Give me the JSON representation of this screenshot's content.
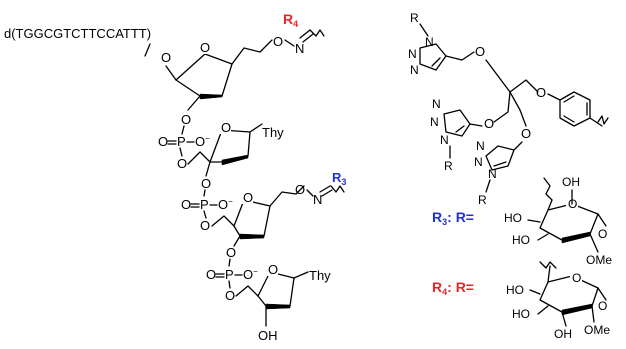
{
  "oligo": {
    "sequence": "d(TGGCGTCTTCCATTT)"
  },
  "atoms": {
    "O": "O",
    "P": "P",
    "O_minus_base": "O",
    "minus": "−",
    "thy": "Thy",
    "oh": "OH",
    "n": "N",
    "ho": "HO",
    "oh_upper": "OH",
    "ome": "OMe",
    "r": "R"
  },
  "substituents": {
    "r4": {
      "letter": "R",
      "sub": "4",
      "color": "#e8262a"
    },
    "r3": {
      "letter": "R",
      "sub": "3",
      "color": "#2233cc"
    }
  },
  "legend": {
    "r3_label": {
      "letter": "R",
      "sub": "3",
      "suffix": ": R=",
      "color": "#2233cc"
    },
    "r4_label": {
      "letter": "R",
      "sub": "4",
      "suffix": ": R=",
      "color": "#e8262a"
    }
  }
}
